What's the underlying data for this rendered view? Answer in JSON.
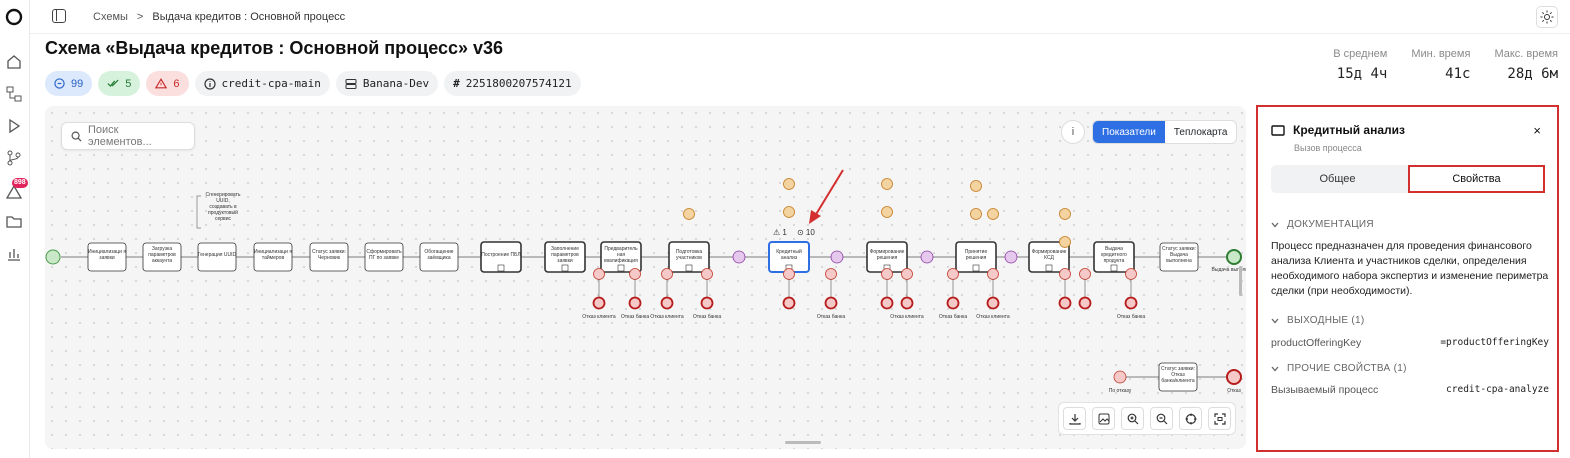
{
  "breadcrumb": {
    "root": "Схемы",
    "separator": ">",
    "current": "Выдача кредитов : Основной процесс"
  },
  "nav": {
    "alerts_badge": "898"
  },
  "page": {
    "title": "Схема «Выдача кредитов : Основной процесс» v36"
  },
  "chips": {
    "info_count": "99",
    "ok_count": "5",
    "warn_count": "6",
    "service": "credit-cpa-main",
    "server": "Banana-Dev",
    "id": "2251800207574121"
  },
  "stats": [
    {
      "label": "В среднем",
      "value": "15д 4ч"
    },
    {
      "label": "Мин. время",
      "value": "41с"
    },
    {
      "label": "Макс. время",
      "value": "28д 6м"
    }
  ],
  "canvas": {
    "search_placeholder": "Поиск элементов...",
    "info_glyph": "i",
    "view_tabs": [
      "Показатели",
      "Теплокарта"
    ],
    "selected_badges": {
      "warn": "1",
      "info": "10"
    },
    "nodes": [
      "Инициализаци я заявки",
      "Загрузка параметров аккаунта",
      "Генерация UUID",
      "Инициализаци я таймеров",
      "Статус заявки: Черновик",
      "Сформировать ПГ по заявке",
      "Обогащение заёмщика",
      "Построение ПБЛ",
      "Заполнение параметров заявки",
      "Предваритель ная квалификация",
      "Подготовка участников",
      "Кредитный анализ",
      "Формирование решения",
      "Принятие решения",
      "Формирование КСД",
      "Выдача кредитного продукта",
      "Статус заявки: Выдача выполнена"
    ],
    "annotation": "Сгенерировать UUID, создавать в продуктовый сервис",
    "end_labels": {
      "main": "Выдача выполнена",
      "cancel": "Отказ"
    },
    "cancel_branch": {
      "event": "По отказу",
      "node": "Статус заявки: Отказ банка/клиента"
    },
    "refusal_labels": [
      "Отказ клиента",
      "Отказ банка",
      "Отказ клиента",
      "Отказ банка",
      "Отказ банка",
      "Отказ клиента",
      "Отказ банка",
      "Отказ клиента",
      "Отказ банка"
    ]
  },
  "panel": {
    "title": "Кредитный анализ",
    "subtitle": "Вызов процесса",
    "close": "×",
    "tabs": [
      "Общее",
      "Свойства"
    ],
    "documentation_header": "ДОКУМЕНТАЦИЯ",
    "documentation_text": "Процесс предназначен для проведения финансового анализа Клиента и участников сделки, определения необходимого набора экспертиз и изменение периметра сделки (при необходимости).",
    "outputs_header": "ВЫХОДНЫЕ (1)",
    "outputs": [
      {
        "key": "productOfferingKey",
        "value": "=productOfferingKey"
      }
    ],
    "other_header": "ПРОЧИЕ СВОЙСТВА (1)",
    "other": [
      {
        "key": "Вызываемый процесс",
        "value": "credit-cpa-analyze"
      }
    ]
  }
}
